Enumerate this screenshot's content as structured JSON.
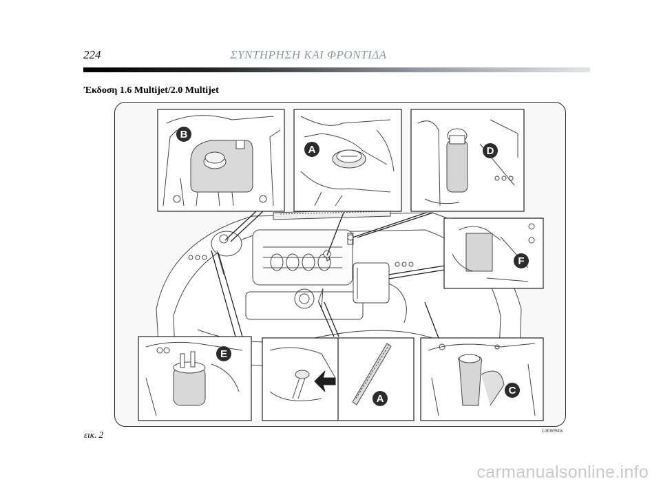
{
  "header": {
    "page_number": "224",
    "section_heading": "ΣΥΝΤΗΡΗΣΗ ΚΑΙ ΦΡΟΝΤΙΔΑ"
  },
  "section_title": "Έκδοση 1.6 Multijet/2.0 Multijet",
  "figure": {
    "markers": {
      "b": "B",
      "a_top": "A",
      "d": "D",
      "f": "F",
      "e": "E",
      "a_bottom": "A",
      "c": "C"
    },
    "caption": "εικ. 2",
    "code": "L0E0094m"
  },
  "footer": {
    "watermark": "carmanualsonline.info"
  },
  "colors": {
    "heading_gray": "#8d97a3",
    "marker_fill": "#2b2b2b",
    "watermark": "#c9c9c9"
  }
}
